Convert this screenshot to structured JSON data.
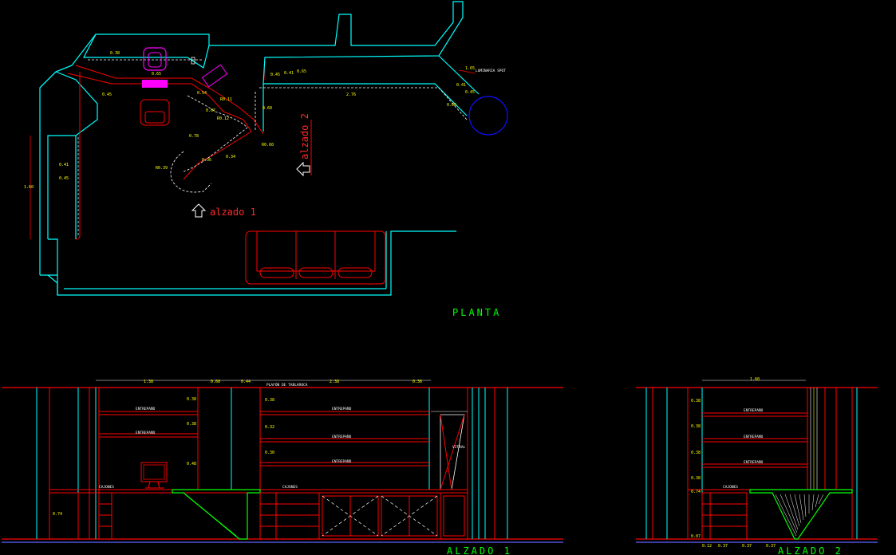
{
  "colors": {
    "background": "#000000",
    "wall": "#00ffff",
    "furniture": "#ff0000",
    "dimension": "#ffff00",
    "annotation": "#ffffff",
    "title": "#00ff00",
    "chair": "#ff00ff",
    "spot_light": "#1010ff"
  },
  "planta": {
    "title": "PLANTA",
    "luminaria_label": "LUMINARIA SPOT",
    "alzado1_marker": "alzado 1",
    "alzado2_marker": "alzado 2",
    "dims": {
      "d_038": "0.38",
      "d_065": "0.65",
      "d_045": "0.45",
      "d_041": "0.41",
      "d_065b": "0.65",
      "d_276": "2.76",
      "d_165": "1.65",
      "d_041b": "0.41",
      "d_045b": "0.45",
      "d_060": "0.60",
      "d_054": "0.54",
      "r_011": "R0.11",
      "d_067": "0.67",
      "r_012": "R0.12",
      "d_060b": "0.60",
      "r_060": "R0.60",
      "d_078": "0.78",
      "d_036": "0.36",
      "d_034": "0.34",
      "r_039": "R0.39",
      "d_041c": "0.41",
      "d_045c": "0.45",
      "d_160": "1.60",
      "d_045d": "0.45"
    }
  },
  "alzado1": {
    "title": "ALZADO 1",
    "top_note": "PLAFÓN DE TABLAROCA",
    "top_dims": [
      "1.38",
      "0.60",
      "0.44",
      "2.38",
      "0.36"
    ],
    "shelf_label": "ENTREPAÑO",
    "drawer_label": "CAJONES",
    "vitral_label": "VITRAL",
    "left_dims": [
      "0.38",
      "0.38",
      "0.48"
    ],
    "mid_dims": [
      "0.38",
      "0.32",
      "0.30"
    ],
    "bottom_dim": "0.74"
  },
  "alzado2": {
    "title": "ALZADO 2",
    "top_dim": "1.60",
    "shelf_label": "ENTREPAÑO",
    "drawer_label": "CAJONES",
    "left_dims": [
      "0.38",
      "0.38",
      "0.38",
      "0.38",
      "0.74",
      "0.07"
    ],
    "bottom_dims": [
      "0.12",
      "0.37",
      "0.37",
      "0.37"
    ]
  }
}
